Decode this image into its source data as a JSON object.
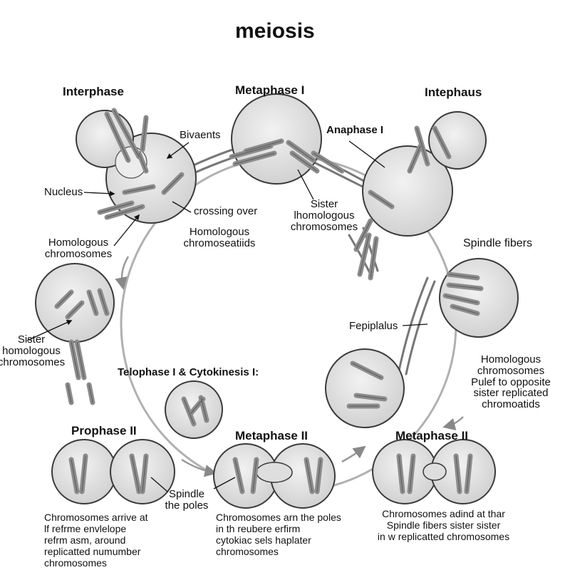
{
  "title": "meiosis",
  "stages": {
    "interphase": "Interphase",
    "metaphase1": "Metaphase I",
    "intephaus": "Intephaus",
    "anaphase1": "Anaphase I",
    "spindle_fibers": "Spindle fibers",
    "telophase": "Telophase I & Cytokinesis I:",
    "prophase2": "Prophase II",
    "metaphase2_center": "Metaphase II",
    "metaphase2_right": "Metaphase II"
  },
  "labels": {
    "bivaents": "Bivaents",
    "nucleus": "Nucleus",
    "crossing_over": "crossing over",
    "homologous_chromatids": [
      "Homologous",
      "chromoseatiids"
    ],
    "homologous_left": [
      "Homologous",
      "chromosomes"
    ],
    "sister_center": [
      "Sister",
      "lhomologous",
      "chromosomes"
    ],
    "sister_left": [
      "Sister",
      "homologous",
      "chromosomes"
    ],
    "fepiplalus": "Fepiplalus",
    "homologous_right": [
      "Homologous",
      "chromosomes",
      "Pulef to opposite",
      "sister replicated",
      "chromoatids"
    ],
    "spindle_poles": [
      "Spindle",
      "the poles"
    ]
  },
  "captions": {
    "prophase2": [
      "Chromosomes arrive at",
      "lf  refrme envlelope",
      "refrm  asm, around",
      "replicatted numumber",
      "chromosomes"
    ],
    "metaphase2_center": [
      "Chromosomes arn the poles",
      "in th reubere erfirm",
      "cytokiac sels haplater",
      "chromosomes"
    ],
    "metaphase2_right": [
      "Chromosomes adind at thar",
      "Spindle fibers sister sister",
      "in w replicatted chromosomes"
    ]
  },
  "colors": {
    "cell_fill": "#e6e6e6",
    "cell_stroke": "#3a3a3a",
    "chromosome": "#8c8c8c",
    "cycle_arrow": "#9a9a9a",
    "text": "#111111"
  }
}
